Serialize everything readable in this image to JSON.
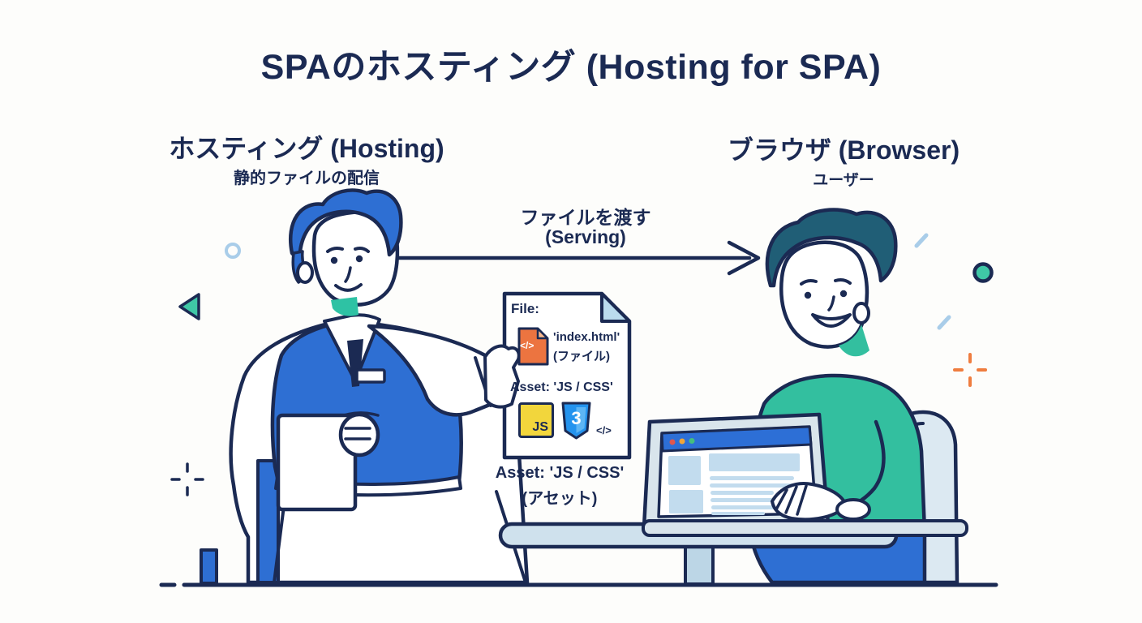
{
  "title": "SPAのホスティング (Hosting for SPA)",
  "hosting": {
    "heading": "ホスティング (Hosting)",
    "subheading": "静的ファイルの配信"
  },
  "browser": {
    "heading": "ブラウザ (Browser)",
    "subheading": "ユーザー"
  },
  "serving_arrow": {
    "label_ja": "ファイルを渡す",
    "label_en": "(Serving)"
  },
  "file_card": {
    "file_label": "File:",
    "file_icon_glyph": "</>",
    "file_name": "'index.html'",
    "file_name_note": "(ファイル)",
    "asset_label": "Asset: 'JS / CSS'",
    "js_badge": "JS",
    "css_badge": "3",
    "code_glyph": "</>"
  },
  "asset_caption": {
    "line1": "Asset: 'JS / CSS'",
    "line2": "(アセット)"
  },
  "colors": {
    "text_navy": "#1b2a53",
    "primary_blue": "#2e6fd3",
    "teal_accent": "#35bfa0",
    "dark_teal_hair": "#205e76",
    "orange_accent": "#ec7440",
    "js_yellow": "#f2d63c",
    "css_blue": "#2493ee",
    "light_blue_furniture": "#cfe1ed",
    "browser_bar_blue": "#2d6fd6"
  }
}
